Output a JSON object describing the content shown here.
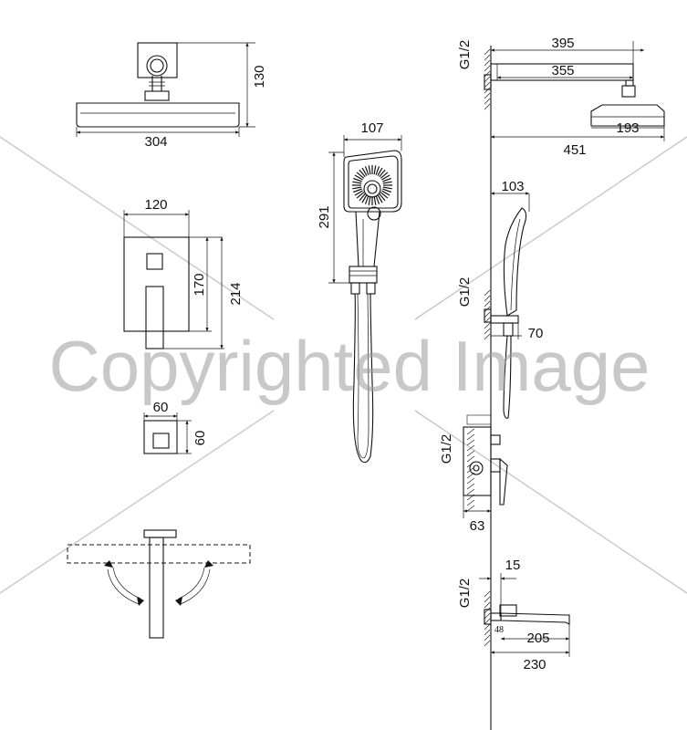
{
  "dimensions": {
    "head_width": "304",
    "head_height": "130",
    "arm_length_total": "395",
    "arm_length": "355",
    "head_diameter_side": "193",
    "head_reach": "451",
    "handshower_width": "107",
    "handshower_length": "291",
    "mixer_plate_width": "120",
    "mixer_plate_height_inner": "170",
    "mixer_plate_height_outer": "214",
    "outlet_width": "60",
    "outlet_height": "60",
    "holder_reach": "103",
    "holder_depth": "70",
    "mixer_depth": "63",
    "spout_offset": "15",
    "spout_48": "48",
    "spout_length": "205",
    "spout_total": "230"
  },
  "thread_label": "G1/2",
  "watermark": "Copyrighted Image"
}
